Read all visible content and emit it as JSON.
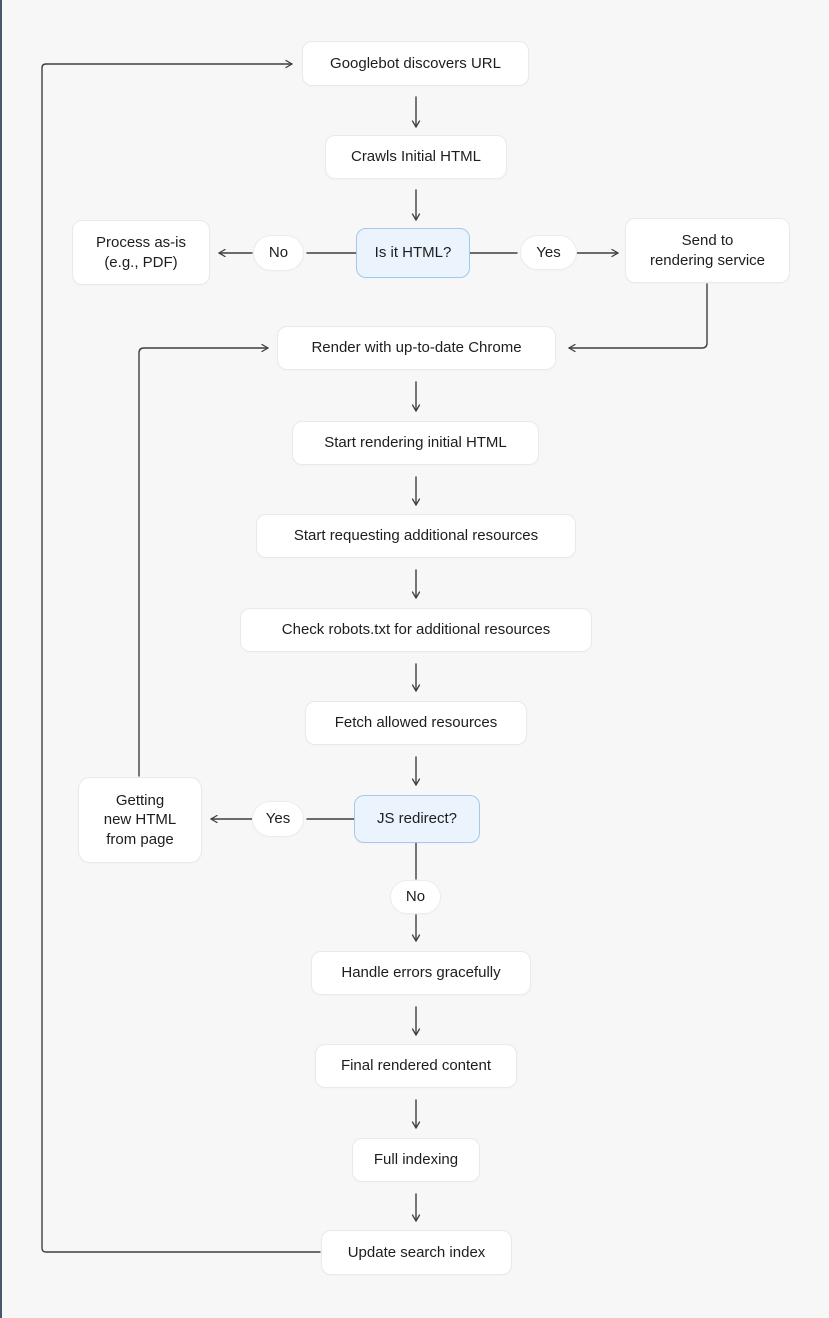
{
  "page": {
    "background_color": "#f7f7f8",
    "left_edge_color": "#47596b"
  },
  "diagram": {
    "colors": {
      "node_fill": "#ffffff",
      "node_border": "#e9e9e9",
      "decision_fill": "#ebf3fc",
      "decision_border": "#a6c8ed",
      "connector": "#3f3f3f",
      "text": "#1d1d1f"
    },
    "nodes": {
      "googlebot_discovers_url": {
        "label": "Googlebot discovers URL",
        "type": "process"
      },
      "crawls_initial_html": {
        "label": "Crawls Initial HTML",
        "type": "process"
      },
      "is_it_html": {
        "label": "Is it HTML?",
        "type": "decision"
      },
      "process_as_is": {
        "label": "Process as-is\n(e.g., PDF)",
        "type": "process"
      },
      "send_to_rendering_service": {
        "label": "Send to\nrendering service",
        "type": "process"
      },
      "render_with_chrome": {
        "label": "Render with up-to-date Chrome",
        "type": "process"
      },
      "start_rendering_initial_html": {
        "label": "Start rendering initial HTML",
        "type": "process"
      },
      "start_requesting_additional_resources": {
        "label": "Start requesting additional resources",
        "type": "process"
      },
      "check_robots_txt": {
        "label": "Check robots.txt for additional resources",
        "type": "process"
      },
      "fetch_allowed_resources": {
        "label": "Fetch allowed resources",
        "type": "process"
      },
      "js_redirect": {
        "label": "JS redirect?",
        "type": "decision"
      },
      "getting_new_html": {
        "label": "Getting\nnew HTML\nfrom page",
        "type": "process"
      },
      "handle_errors_gracefully": {
        "label": "Handle errors gracefully",
        "type": "process"
      },
      "final_rendered_content": {
        "label": "Final rendered content",
        "type": "process"
      },
      "full_indexing": {
        "label": "Full indexing",
        "type": "process"
      },
      "update_search_index": {
        "label": "Update search index",
        "type": "process"
      }
    },
    "edge_labels": {
      "is_it_html_no": "No",
      "is_it_html_yes": "Yes",
      "js_redirect_yes": "Yes",
      "js_redirect_no": "No"
    }
  }
}
